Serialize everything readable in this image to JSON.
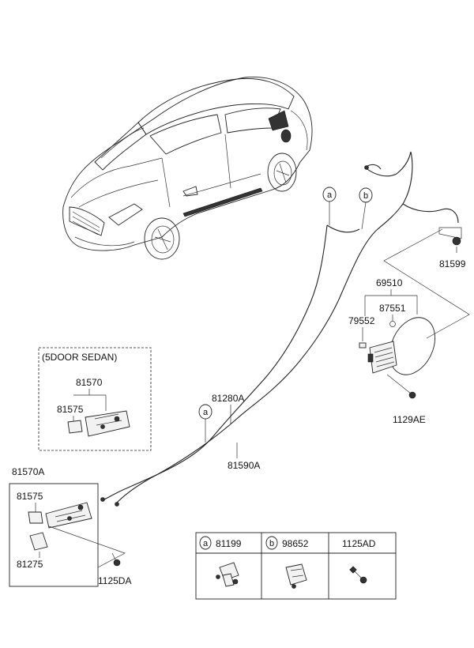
{
  "variant_box": {
    "title": "(5DOOR SEDAN)"
  },
  "labels": {
    "p81599": "81599",
    "p69510": "69510",
    "p87551": "87551",
    "p79552": "79552",
    "p1129AE": "1129AE",
    "p81280A": "81280A",
    "p81590A": "81590A",
    "p81570": "81570",
    "p81575_inner": "81575",
    "p81570A": "81570A",
    "p81575_lower": "81575",
    "p81275": "81275",
    "p1125DA": "1125DA"
  },
  "callouts": {
    "a": "a",
    "b": "b"
  },
  "legend": {
    "cells": [
      {
        "letter": "a",
        "part": "81199"
      },
      {
        "letter": "b",
        "part": "98652"
      },
      {
        "letter": "",
        "part": "1125AD"
      }
    ]
  }
}
